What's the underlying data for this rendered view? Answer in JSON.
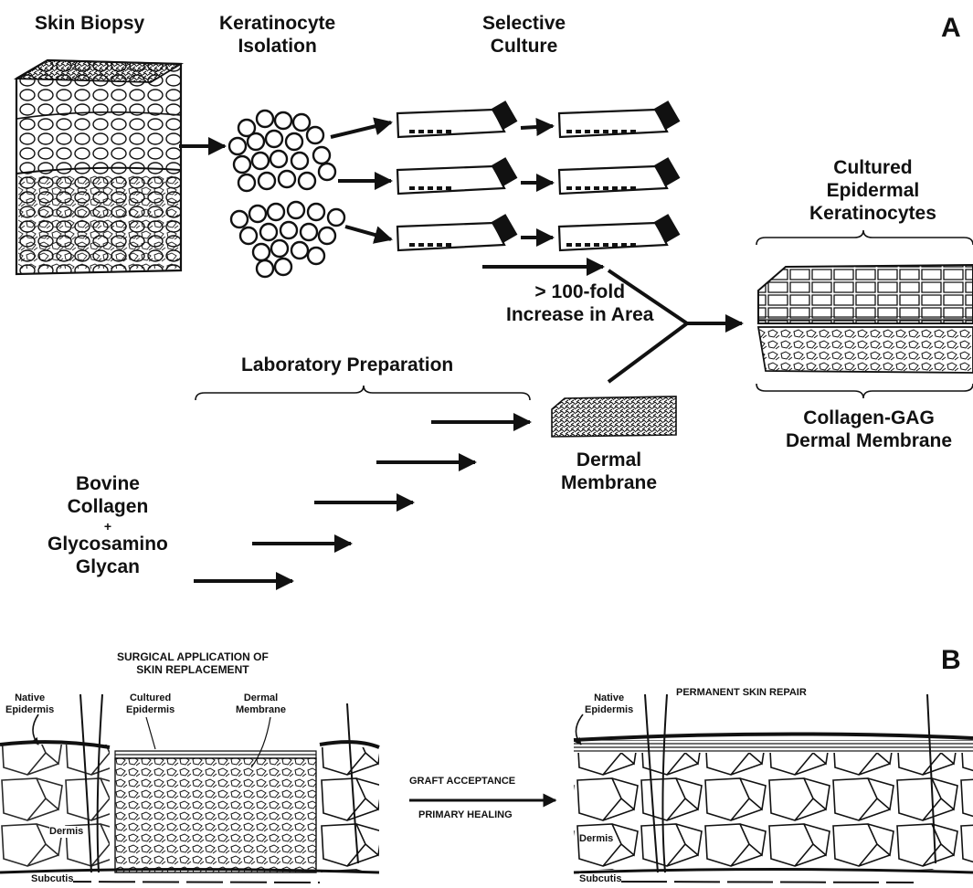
{
  "panel_a": {
    "letter": "A",
    "skin_biopsy": "Skin Biopsy",
    "keratinocyte_isolation": [
      "Keratinocyte",
      "Isolation"
    ],
    "selective_culture": [
      "Selective",
      "Culture"
    ],
    "fold_increase": [
      "> 100-fold",
      "Increase in Area"
    ],
    "cultured_keratinocytes": [
      "Cultured",
      "Epidermal",
      "Keratinocytes"
    ],
    "collagen_gag": [
      "Collagen-GAG",
      "Dermal Membrane"
    ],
    "lab_preparation": "Laboratory Preparation",
    "dermal_membrane": [
      "Dermal",
      "Membrane"
    ],
    "bovine_collagen": [
      "Bovine",
      "Collagen",
      "+",
      "Glycosamino",
      "Glycan"
    ]
  },
  "panel_b": {
    "letter": "B",
    "surgical_application": [
      "SURGICAL APPLICATION OF",
      "SKIN REPLACEMENT"
    ],
    "native_epidermis": [
      "Native",
      "Epidermis"
    ],
    "cultured_epidermis": [
      "Cultured",
      "Epidermis"
    ],
    "dermal_membrane": [
      "Dermal",
      "Membrane"
    ],
    "dermis": "Dermis",
    "subcutis": "Subcutis",
    "graft_acceptance": "GRAFT ACCEPTANCE",
    "primary_healing": "PRIMARY HEALING",
    "permanent_repair": "PERMANENT SKIN REPAIR"
  }
}
